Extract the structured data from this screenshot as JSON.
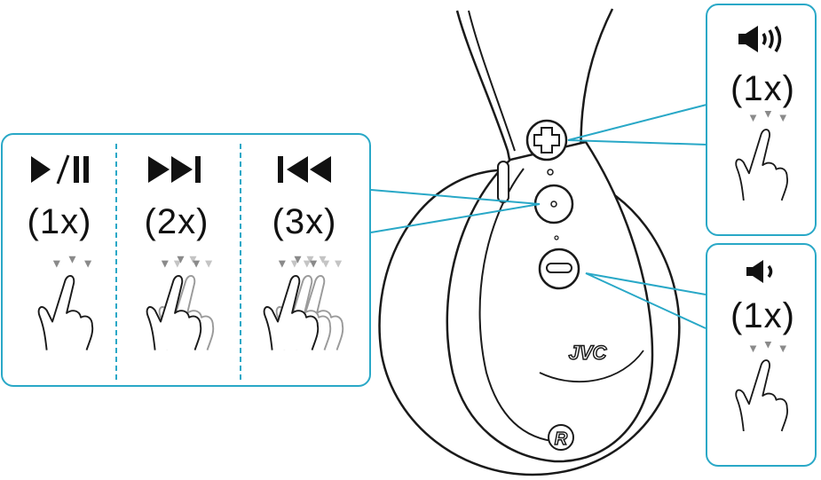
{
  "colors": {
    "callout_border": "#29a8c7",
    "outline": "#1a1a1a",
    "tap_mark_dark": "#8a8a8a",
    "tap_mark_light": "#c4c4c4",
    "ghost_finger": "#9a9a9a"
  },
  "headphone": {
    "brand_logo": "JVC",
    "side_badge": "R",
    "buttons": [
      {
        "name": "volume-up-button",
        "icon": "plus-icon"
      },
      {
        "name": "play-pause-button",
        "icon": "dot-icon"
      },
      {
        "name": "volume-down-button",
        "icon": "minus-icon"
      }
    ]
  },
  "left_callout": {
    "cells": [
      {
        "icon": "play-pause-icon",
        "label": "(1x)",
        "taps": 1
      },
      {
        "icon": "next-track-icon",
        "label": "(2x)",
        "taps": 2
      },
      {
        "icon": "previous-track-icon",
        "label": "(3x)",
        "taps": 3
      }
    ]
  },
  "volume_up_callout": {
    "icon": "volume-up-icon",
    "label": "(1x)",
    "taps": 1
  },
  "volume_down_callout": {
    "icon": "volume-down-icon",
    "label": "(1x)",
    "taps": 1
  }
}
